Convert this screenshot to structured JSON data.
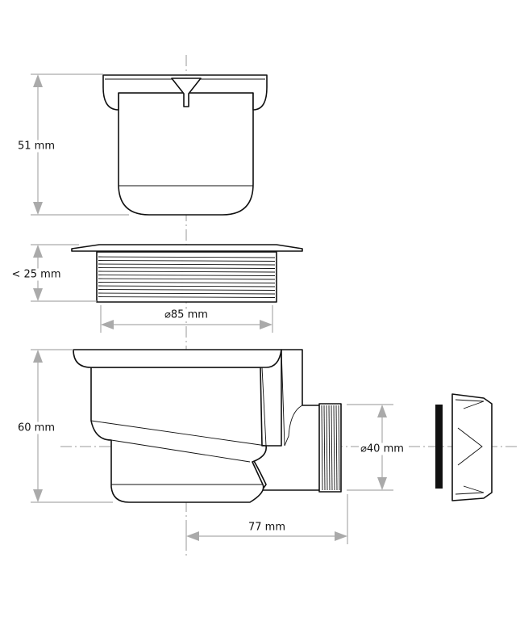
{
  "dimensions": {
    "strainer_height": "51 mm",
    "flange_height": "< 25 mm",
    "flange_diameter": "⌀85 mm",
    "body_height": "60 mm",
    "outlet_diameter": "⌀40 mm",
    "outlet_length": "77 mm"
  },
  "colors": {
    "line": "#111111",
    "dimension": "#aaaaaa",
    "gasket": "#111111"
  }
}
